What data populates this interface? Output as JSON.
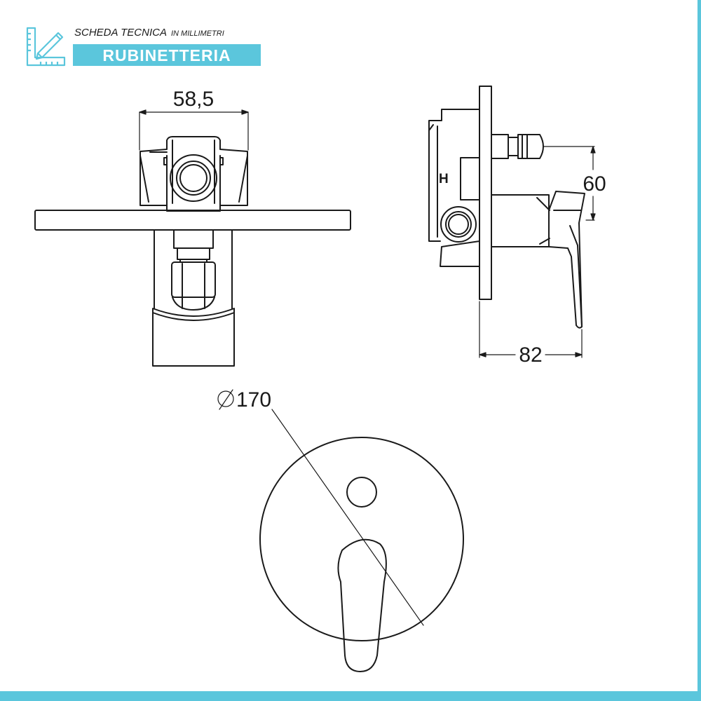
{
  "header": {
    "subtitle": "SCHEDA TECNICA",
    "unit_note": "IN MILLIMETRI",
    "category": "RUBINETTERIA",
    "icon": "ruler-pencil-icon",
    "accent_color": "#5bc6dc"
  },
  "dimensions": {
    "width_label": "58,5",
    "height_label": "60",
    "depth_label": "82",
    "diameter_label": "170",
    "diameter_symbol": "Ø"
  },
  "side_view": {
    "hot_label": "H"
  }
}
